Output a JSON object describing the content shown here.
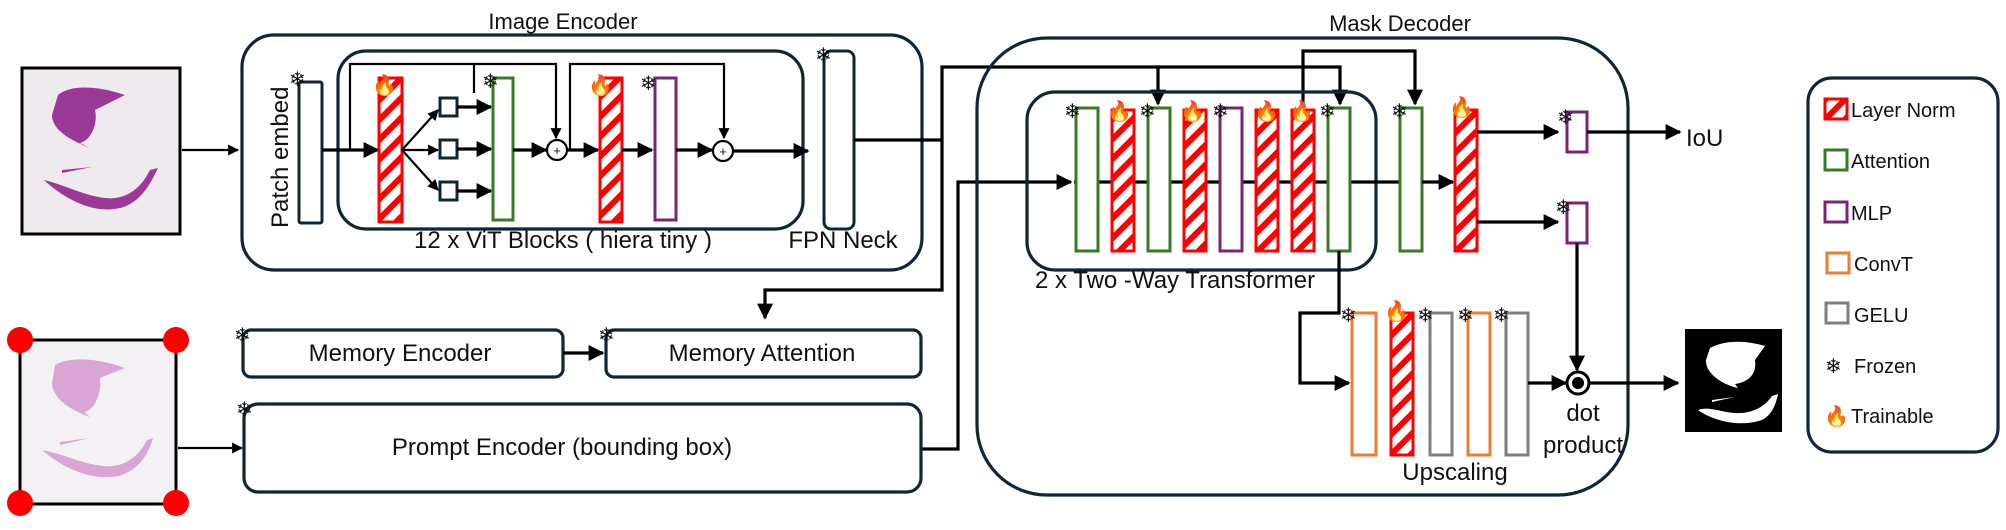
{
  "image_encoder": {
    "title": "Image Encoder",
    "patch_embed_label": "Patch embed",
    "vit_blocks_label": "12 x ViT Blocks ( hiera  tiny )",
    "fpn_neck_label": "FPN Neck",
    "add_symbol": "+"
  },
  "mask_decoder": {
    "title": "Mask Decoder",
    "two_way_label": "2 x Two -Way Transformer",
    "upscaling_label": "Upscaling",
    "dot_product_line1": "dot",
    "dot_product_line2": "product",
    "iou_label": "IoU"
  },
  "memory_encoder": {
    "label": "Memory Encoder"
  },
  "memory_attention": {
    "label": "Memory Attention"
  },
  "prompt_encoder": {
    "label": "Prompt Encoder (bounding box)"
  },
  "legend": {
    "items": [
      {
        "label": "Layer Norm",
        "kind": "layer-norm",
        "color": "#ff0000"
      },
      {
        "label": "Attention",
        "kind": "attention",
        "color": "#3a7a25"
      },
      {
        "label": "MLP",
        "kind": "mlp",
        "color": "#7a2478"
      },
      {
        "label": "ConvT",
        "kind": "convt",
        "color": "#ed7d31"
      },
      {
        "label": "GELU",
        "kind": "gelu",
        "color": "#7f7f7f"
      },
      {
        "label": "Frozen",
        "kind": "frozen-icon",
        "glyph": "❄"
      },
      {
        "label": "Trainable",
        "kind": "trainable-icon",
        "glyph": "🔥"
      }
    ]
  },
  "icons": {
    "frozen": "❄",
    "trainable": "🔥"
  },
  "colors": {
    "layer_norm": "#ff0000",
    "attention": "#3a7a25",
    "mlp": "#7a2478",
    "convt": "#ed7d31",
    "gelu": "#7f7f7f",
    "frozen": "#5aaaf0",
    "trainable": "#f08a1c",
    "container": "#0f2636",
    "tissue_he": "#9b3a96",
    "tissue_light": "#d9a5d4",
    "bbox_corner": "#ff0000"
  }
}
